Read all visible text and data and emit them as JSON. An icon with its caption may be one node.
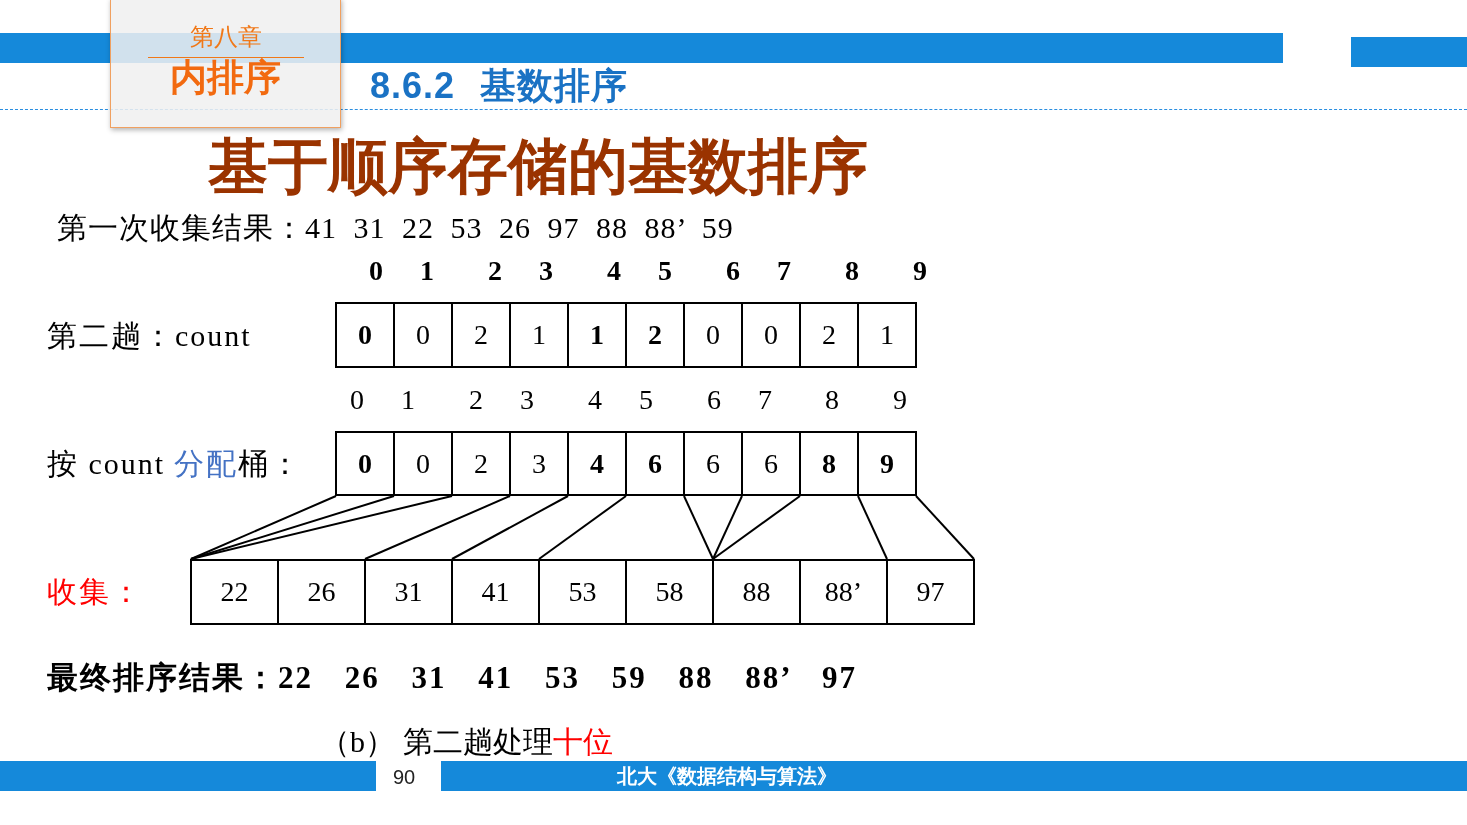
{
  "diagram": {
    "title": "基于顺序存储的基数排序",
    "caption": "（b） 第二趟处理",
    "nodes": [
      {
        "text": [
          "第八章",
          "内排序"
        ]
      },
      {
        "text": [
          "0"
        ]
      },
      {
        "text": [
          "0"
        ]
      },
      {
        "text": [
          "2"
        ]
      },
      {
        "text": [
          "1"
        ]
      },
      {
        "text": [
          "1"
        ]
      },
      {
        "text": [
          "2"
        ]
      },
      {
        "text": [
          "0"
        ]
      },
      {
        "text": [
          "0"
        ]
      },
      {
        "text": [
          "2"
        ]
      },
      {
        "text": [
          "1"
        ]
      },
      {
        "text": [
          "0"
        ]
      },
      {
        "text": [
          "0"
        ]
      },
      {
        "text": [
          "2"
        ]
      },
      {
        "text": [
          "3"
        ]
      },
      {
        "text": [
          "4"
        ]
      },
      {
        "text": [
          "6"
        ]
      },
      {
        "text": [
          "6"
        ]
      },
      {
        "text": [
          "6"
        ]
      },
      {
        "text": [
          "8"
        ]
      },
      {
        "text": [
          "9"
        ]
      },
      {
        "text": [
          "22"
        ]
      },
      {
        "text": [
          "26"
        ]
      },
      {
        "text": [
          "31"
        ]
      },
      {
        "text": [
          "41"
        ]
      },
      {
        "text": [
          "53"
        ]
      },
      {
        "text": [
          "58"
        ]
      },
      {
        "text": [
          "88"
        ]
      },
      {
        "text": [
          "88’"
        ]
      },
      {
        "text": [
          "97"
        ]
      }
    ],
    "edges": [
      {
        "from": 11,
        "to": 21,
        "arrow": "none"
      },
      {
        "from": 12,
        "to": 21,
        "arrow": "none"
      },
      {
        "from": 13,
        "to": 21,
        "arrow": "none"
      },
      {
        "from": 14,
        "to": 23,
        "arrow": "none"
      },
      {
        "from": 15,
        "to": 24,
        "arrow": "none"
      },
      {
        "from": 16,
        "to": 25,
        "arrow": "none"
      },
      {
        "from": 17,
        "to": 27,
        "arrow": "none"
      },
      {
        "from": 18,
        "to": 27,
        "arrow": "none"
      },
      {
        "from": 19,
        "to": 27,
        "arrow": "none"
      },
      {
        "from": 20,
        "to": 29,
        "arrow": "none"
      },
      {
        "from": 20,
        "to": 29,
        "arrow": "none"
      }
    ],
    "labels": [
      "8.6.2 基数排序",
      "第一次收集结果：41 31 22 53 26 97 88 88’ 59",
      "0",
      "1",
      "2",
      "3",
      "4",
      "5",
      "6",
      "7",
      "8",
      "9",
      "第二趟：count",
      "0",
      "1",
      "2",
      "3",
      "4",
      "5",
      "6",
      "7",
      "8",
      "9",
      "按 count",
      "分配",
      "桶：",
      "收集：",
      "最终排序结果：22 26 31 41 53 59 88 88’ 97",
      "十位",
      "90",
      "北大《数据结构与算法》"
    ]
  }
}
